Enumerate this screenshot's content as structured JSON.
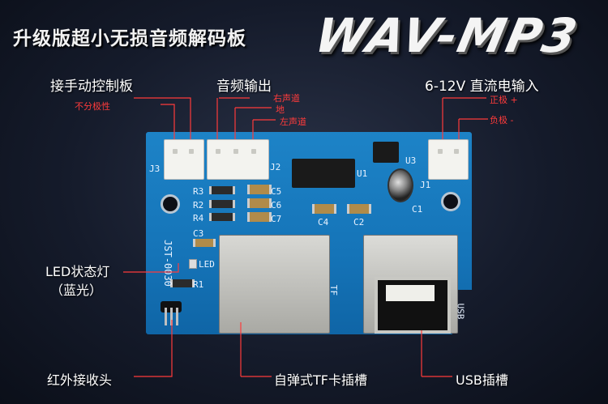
{
  "title_cn": "升级版超小无损音频解码板",
  "title_en": "WAV-MP3",
  "labels": {
    "manual_board": "接手动控制板",
    "no_polarity": "不分极性",
    "audio_out": "音频输出",
    "right_ch": "右声道",
    "ground": "地",
    "left_ch": "左声道",
    "power_in": "6-12V 直流电输入",
    "positive": "正极 +",
    "negative": "负极 -",
    "led_status": "LED状态灯",
    "blue_light": "（蓝光）",
    "ir_receiver": "红外接收头",
    "tf_slot": "自弹式TF卡插槽",
    "usb_slot": "USB插槽"
  },
  "silk": {
    "j3": "J3",
    "j2": "J2",
    "j1": "J1",
    "u1": "U1",
    "u3": "U3",
    "r3": "R3",
    "r2": "R2",
    "r4": "R4",
    "r1": "R1",
    "c5": "C5",
    "c6": "C6",
    "c7": "C7",
    "c4": "C4",
    "c2": "C2",
    "c1": "C1",
    "c3": "C3",
    "led": "LED",
    "tf": "TF",
    "usb": "USB",
    "model": "JST-0030"
  }
}
